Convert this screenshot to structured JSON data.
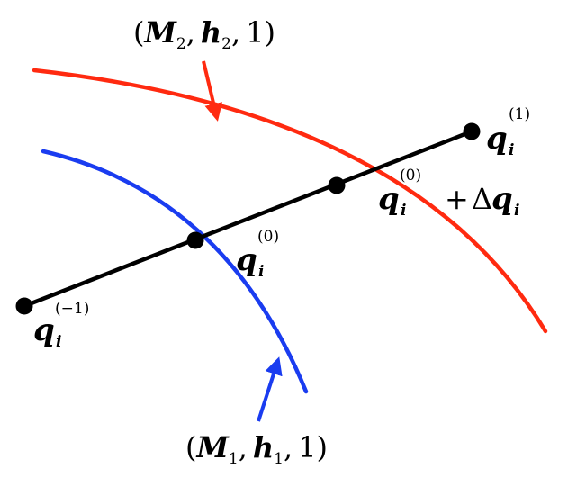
{
  "colors": {
    "surface1": "#1a3cf0",
    "surface2": "#ff2a10",
    "line": "#000000"
  },
  "labels": {
    "surface2": {
      "open": "(",
      "M": "M",
      "M_sub": "2",
      "sep1": ",",
      "h": "h",
      "h_sub": "2",
      "sep2": ",",
      "one": "1",
      "close": ")"
    },
    "surface1": {
      "open": "(",
      "M": "M",
      "M_sub": "1",
      "sep1": ",",
      "h": "h",
      "h_sub": "1",
      "sep2": ",",
      "one": "1",
      "close": ")"
    },
    "q_plus1": {
      "q": "q",
      "sub": "i",
      "sup": "(1)"
    },
    "q_zero": {
      "q": "q",
      "sub": "i",
      "sup": "(0)"
    },
    "q_minus1": {
      "q": "q",
      "sub": "i",
      "sup": "(−1)"
    },
    "q_update": {
      "q": "q",
      "sub": "i",
      "sup": "(0)",
      "plus": "+",
      "delta": "Δ",
      "q2": "q",
      "sub2": "i"
    }
  }
}
